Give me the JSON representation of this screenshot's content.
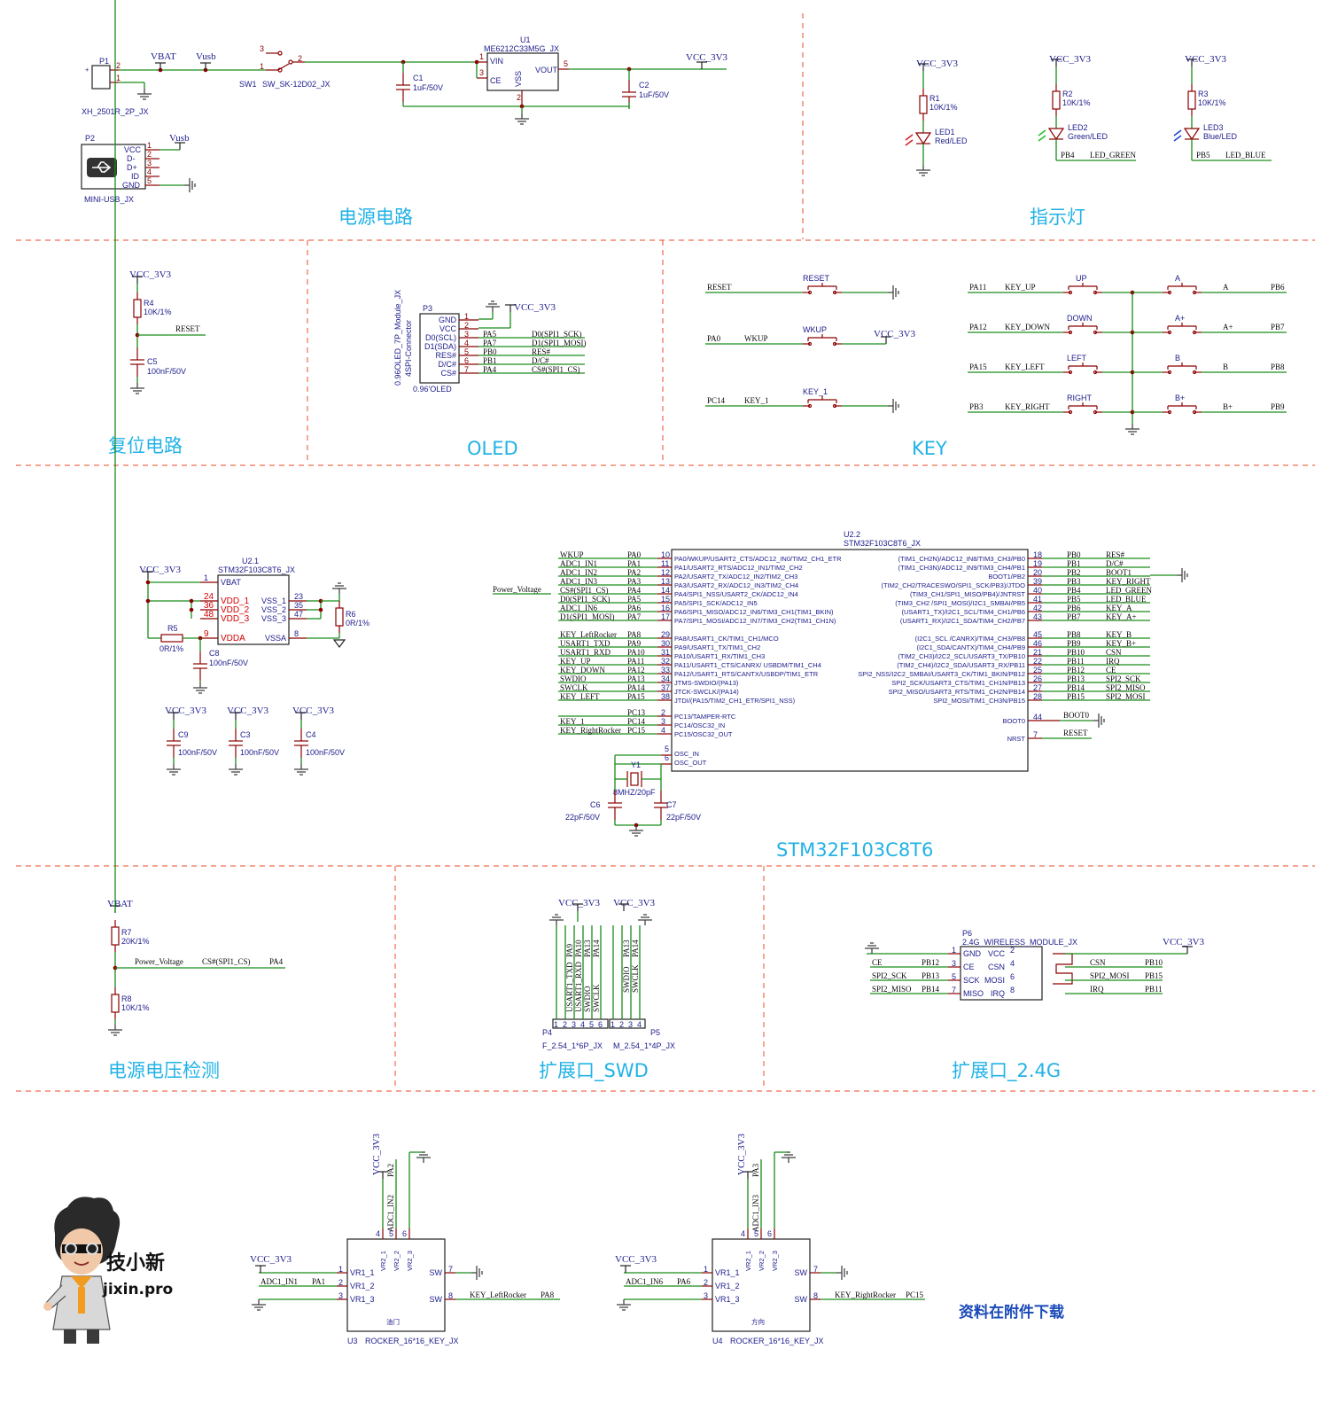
{
  "sections": {
    "power": "电源电路",
    "indicator": "指示灯",
    "reset": "复位电路",
    "oled": "OLED",
    "key": "KEY",
    "mcu": "STM32F103C8T6",
    "voltage_detect": "电源电压检测",
    "ext_swd": "扩展口_SWD",
    "ext_24g": "扩展口_2.4G"
  },
  "download_note": "资料在附件下载",
  "logo": {
    "name": "技小新",
    "site": "jixin.pro"
  },
  "nets": {
    "vbat": "VBAT",
    "vusb": "Vusb",
    "vcc": "VCC_3V3",
    "reset": "RESET",
    "power_voltage": "Power_Voltage",
    "cs_spi1": "CS#(SPI1_CS)",
    "pa4": "PA4"
  },
  "power": {
    "p1": {
      "ref": "P1",
      "part": "XH_2501R_2P_JX"
    },
    "sw1": {
      "ref": "SW1",
      "part": "SW_SK-12D02_JX"
    },
    "u1": {
      "ref": "U1",
      "part": "ME6212C33M5G_JX",
      "vin": "VIN",
      "ce": "CE",
      "vss": "VSS",
      "vout": "VOUT"
    },
    "c1": {
      "ref": "C1",
      "val": "1uF/50V"
    },
    "c2": {
      "ref": "C2",
      "val": "1uF/50V"
    },
    "p2": {
      "ref": "P2",
      "part": "MINI-USB_JX",
      "pins": [
        "VCC",
        "D-",
        "D+",
        "ID",
        "GND"
      ]
    }
  },
  "leds": [
    {
      "r": "R1",
      "rval": "10K/1%",
      "led": "LED1",
      "color": "Red/LED",
      "net": "",
      "net2": ""
    },
    {
      "r": "R2",
      "rval": "10K/1%",
      "led": "LED2",
      "color": "Green/LED",
      "net": "PB4",
      "net2": "LED_GREEN"
    },
    {
      "r": "R3",
      "rval": "10K/1%",
      "led": "LED3",
      "color": "Blue/LED",
      "net": "PB5",
      "net2": "LED_BLUE"
    }
  ],
  "reset_circuit": {
    "r4": "R4",
    "r4v": "10K/1%",
    "c5": "C5",
    "c5v": "100nF/50V"
  },
  "oled": {
    "ref": "P3",
    "module": "0.96OLED_7P_Module_JX",
    "conn": "4SPI-Connector",
    "part": "0.96'OLED",
    "pins": [
      {
        "name": "GND",
        "port": "",
        "sig": ""
      },
      {
        "name": "VCC",
        "port": "",
        "sig": ""
      },
      {
        "name": "D0(SCL)",
        "port": "PA5",
        "sig": "D0(SPI1_SCK)"
      },
      {
        "name": "D1(SDA)",
        "port": "PA7",
        "sig": "D1(SPI1_MOSI)"
      },
      {
        "name": "RES#",
        "port": "PB0",
        "sig": "RES#"
      },
      {
        "name": "D/C#",
        "port": "PB1",
        "sig": "D/C#"
      },
      {
        "name": "CS#",
        "port": "PA4",
        "sig": "CS#(SPI1_CS)"
      }
    ]
  },
  "keys": {
    "left": [
      {
        "net": "RESET",
        "label": "",
        "name": "RESET"
      },
      {
        "net": "PA0",
        "label": "WKUP",
        "name": "WKUP"
      },
      {
        "net": "PC14",
        "label": "KEY_1",
        "name": "KEY_1"
      }
    ],
    "mid": [
      {
        "port": "PA11",
        "label": "KEY_UP",
        "name": "UP"
      },
      {
        "port": "PA12",
        "label": "KEY_DOWN",
        "name": "DOWN"
      },
      {
        "port": "PA15",
        "label": "KEY_LEFT",
        "name": "LEFT"
      },
      {
        "port": "PB3",
        "label": "KEY_RIGHT",
        "name": "RIGHT"
      }
    ],
    "right": [
      {
        "name": "A",
        "label": "A",
        "port": "PB6"
      },
      {
        "name": "A+",
        "label": "A+",
        "port": "PB7"
      },
      {
        "name": "B",
        "label": "B",
        "port": "PB8"
      },
      {
        "name": "B+",
        "label": "B+",
        "port": "PB9"
      }
    ]
  },
  "u21": {
    "ref": "U2.1",
    "part": "STM32F103C8T6_JX",
    "left": [
      {
        "n": "1",
        "name": "VBAT"
      },
      {
        "n": "24",
        "name": "VDD_1"
      },
      {
        "n": "36",
        "name": "VDD_2"
      },
      {
        "n": "48",
        "name": "VDD_3"
      },
      {
        "n": "9",
        "name": "VDDA"
      }
    ],
    "right": [
      {
        "n": "23",
        "name": "VSS_1"
      },
      {
        "n": "35",
        "name": "VSS_2"
      },
      {
        "n": "47",
        "name": "VSS_3"
      },
      {
        "n": "8",
        "name": "VSSA"
      }
    ],
    "r5": "R5",
    "r5v": "0R/1%",
    "r6": "R6",
    "r6v": "0R/1%",
    "c8": "C8",
    "c8v": "100nF/50V"
  },
  "decoup": [
    {
      "ref": "C9",
      "val": "100nF/50V"
    },
    {
      "ref": "C3",
      "val": "100nF/50V"
    },
    {
      "ref": "C4",
      "val": "100nF/50V"
    }
  ],
  "u22": {
    "ref": "U2.2",
    "part": "STM32F103C8T6_JX",
    "left_group1": [
      {
        "sig": "WKUP",
        "port": "PA0",
        "n": "10",
        "fn": "PA0/WKUP/USART2_CTS/ADC12_IN0/TIM2_CH1_ETR"
      },
      {
        "sig": "ADC1_IN1",
        "port": "PA1",
        "n": "11",
        "fn": "PA1/USART2_RTS/ADC12_IN1/TIM2_CH2"
      },
      {
        "sig": "ADC1_IN2",
        "port": "PA2",
        "n": "12",
        "fn": "PA2/USART2_TX/ADC12_IN2/TIM2_CH3"
      },
      {
        "sig": "ADC1_IN3",
        "port": "PA3",
        "n": "13",
        "fn": "PA3/USART2_RX/ADC12_IN3/TIM2_CH4"
      },
      {
        "sig": "CS#(SPI1_CS)",
        "port": "PA4",
        "n": "14",
        "fn": "PA4/SPI1_NSS/USART2_CK/ADC12_IN4"
      },
      {
        "sig": "D0(SPI1_SCK)",
        "port": "PA5",
        "n": "15",
        "fn": "PA5/SPI1_SCK/ADC12_IN5"
      },
      {
        "sig": "ADC1_IN6",
        "port": "PA6",
        "n": "16",
        "fn": "PA6/SPI1_MISO/ADC12_IN6/TIM3_CH1(TIM1_BKIN)"
      },
      {
        "sig": "D1(SPI1_MOSI)",
        "port": "PA7",
        "n": "17",
        "fn": "PA7/SPI1_MOSI/ADC12_IN7/TIM3_CH2(TIM1_CH1N)"
      }
    ],
    "left_group2": [
      {
        "sig": "KEY_LeftRocker",
        "port": "PA8",
        "n": "29",
        "fn": "PA8/USART1_CK/TIM1_CH1/MCO"
      },
      {
        "sig": "USART1_TXD",
        "port": "PA9",
        "n": "30",
        "fn": "PA9/USART1_TX/TIM1_CH2"
      },
      {
        "sig": "USART1_RXD",
        "port": "PA10",
        "n": "31",
        "fn": "PA10/USART1_RX/TIM1_CH3"
      },
      {
        "sig": "KEY_UP",
        "port": "PA11",
        "n": "32",
        "fn": "PA11/USART1_CTS/CANRX/ USBDM/TIM1_CH4"
      },
      {
        "sig": "KEY_DOWN",
        "port": "PA12",
        "n": "33",
        "fn": "PA12/USART1_RTS/CANTX/USBDP/TIM1_ETR"
      },
      {
        "sig": "SWDIO",
        "port": "PA13",
        "n": "34",
        "fn": "JTMS-SWDIO/(PA13)"
      },
      {
        "sig": "SWCLK",
        "port": "PA14",
        "n": "37",
        "fn": "JTCK-SWCLK/(PA14)"
      },
      {
        "sig": "KEY_LEFT",
        "port": "PA15",
        "n": "38",
        "fn": "JTDI/(PA15/TIM2_CH1_ETR/SPI1_NSS)"
      }
    ],
    "left_group3": [
      {
        "sig": "",
        "port": "PC13",
        "n": "2",
        "fn": "PC13/TAMPER-RTC"
      },
      {
        "sig": "KEY_1",
        "port": "PC14",
        "n": "3",
        "fn": "PC14/OSC32_IN"
      },
      {
        "sig": "KEY_RightRocker",
        "port": "PC15",
        "n": "4",
        "fn": "PC15/OSC32_OUT"
      }
    ],
    "osc": [
      {
        "n": "5",
        "fn": "OSC_IN"
      },
      {
        "n": "6",
        "fn": "OSC_OUT"
      }
    ],
    "right_group1": [
      {
        "sig": "RES#",
        "port": "PB0",
        "n": "18",
        "fn": "(TIM1_CH2N)/ADC12_IN8/TIM3_CH3/PB0"
      },
      {
        "sig": "D/C#",
        "port": "PB1",
        "n": "19",
        "fn": "(TIM1_CH3N)/ADC12_IN9/TIM3_CH4/PB1"
      },
      {
        "sig": "BOOT1",
        "port": "PB2",
        "n": "20",
        "fn": "BOOT1/PB2"
      },
      {
        "sig": "KEY_RIGHT",
        "port": "PB3",
        "n": "39",
        "fn": "(TIM2_CH2/TRACESWO/SPI1_SCK/PB3)/JTDO"
      },
      {
        "sig": "LED_GREEN",
        "port": "PB4",
        "n": "40",
        "fn": "(TIM3_CH1/SPI1_MISO/PB4)/JNTRST"
      },
      {
        "sig": "LED_BLUE",
        "port": "PB5",
        "n": "41",
        "fn": "(TIM3_CH2 /SPI1_MOSI)/I2C1_SMBAI/PB5"
      },
      {
        "sig": "KEY_A",
        "port": "PB6",
        "n": "42",
        "fn": "(USART1_TX)/I2C1_SCL/TIM4_CH1/PB6"
      },
      {
        "sig": "KEY_A+",
        "port": "PB7",
        "n": "43",
        "fn": "(USART1_RX)/I2C1_SDA/TIM4_CH2/PB7"
      }
    ],
    "right_group2": [
      {
        "sig": "KEY_B",
        "port": "PB8",
        "n": "45",
        "fn": "(I2C1_SCL /CANRX)/TIM4_CH3/PB8"
      },
      {
        "sig": "KEY_B+",
        "port": "PB9",
        "n": "46",
        "fn": "(I2C1_SDA/CANTX)/TIM4_CH4/PB9"
      },
      {
        "sig": "CSN",
        "port": "PB10",
        "n": "21",
        "fn": "(TIM2_CH3)/I2C2_SCL/USART3_TX/PB10"
      },
      {
        "sig": "IRQ",
        "port": "PB11",
        "n": "22",
        "fn": "(TIM2_CH4)/I2C2_SDA/USART3_RX/PB11"
      },
      {
        "sig": "CE",
        "port": "PB12",
        "n": "25",
        "fn": "SPI2_NSS/I2C2_SMBAI/USART3_CK/TIM1_BKIN/PB12"
      },
      {
        "sig": "SPI2_SCK",
        "port": "PB13",
        "n": "26",
        "fn": "SPI2_SCK/USART3_CTS/TIM1_CH1N/PB13"
      },
      {
        "sig": "SPI2_MISO",
        "port": "PB14",
        "n": "27",
        "fn": "SPI2_MISO/USART3_RTS/TIM1_CH2N/PB14"
      },
      {
        "sig": "SPI2_MOSI",
        "port": "PB15",
        "n": "28",
        "fn": "SPI2_MOSI/TIM1_CH3N/PB15"
      }
    ],
    "boot": {
      "n": "44",
      "fn": "BOOT0",
      "sig": "BOOT0"
    },
    "nrst": {
      "n": "7",
      "fn": "NRST",
      "sig": "RESET"
    },
    "y1": "Y1",
    "y1v": "8MHZ/20pF",
    "c6": "C6",
    "c6v": "22pF/50V",
    "c7": "C7",
    "c7v": "22pF/50V"
  },
  "vdet": {
    "r7": "R7",
    "r7v": "20K/1%",
    "r8": "R8",
    "r8v": "10K/1%"
  },
  "swd": {
    "p4": "P4",
    "p4part": "F_2.54_1*6P_JX",
    "p5": "P5",
    "p5part": "M_2.54_1*4P_JX",
    "p4sigs": [
      "USART1_TXD",
      "USART1_RXD",
      "SWDIO",
      "SWCLK"
    ],
    "p4ports": [
      "PA9",
      "PA10",
      "PA13",
      "PA14"
    ],
    "p5sigs": [
      "SWDIO",
      "SWCLK"
    ],
    "p5ports": [
      "PA13",
      "PA14"
    ]
  },
  "wireless": {
    "ref": "P6",
    "part": "2.4G_WIRELESS_MODULE_JX",
    "left": [
      {
        "n": "1",
        "name": "GND",
        "sig": "",
        "port": ""
      },
      {
        "n": "3",
        "name": "CE",
        "sig": "CE",
        "port": "PB12"
      },
      {
        "n": "5",
        "name": "SCK",
        "sig": "SPI2_SCK",
        "port": "PB13"
      },
      {
        "n": "7",
        "name": "MISO",
        "sig": "SPI2_MISO",
        "port": "PB14"
      }
    ],
    "right": [
      {
        "n": "2",
        "name": "VCC",
        "sig": "",
        "port": ""
      },
      {
        "n": "4",
        "name": "CSN",
        "sig": "CSN",
        "port": "PB10"
      },
      {
        "n": "6",
        "name": "MOSI",
        "sig": "SPI2_MOSI",
        "port": "PB15"
      },
      {
        "n": "8",
        "name": "IRQ",
        "sig": "IRQ",
        "port": "PB11"
      }
    ]
  },
  "rockers": [
    {
      "ref": "U3",
      "part": "ROCKER_16*16_KEY_JX",
      "name": "油门",
      "vr1port": "PA1",
      "vr1sig": "ADC1_IN1",
      "vr2sig": "ADC1_IN2",
      "vr2port": "PA2",
      "swsig": "KEY_LeftRocker",
      "swport": "PA8"
    },
    {
      "ref": "U4",
      "part": "ROCKER_16*16_KEY_JX",
      "name": "方向",
      "vr1port": "PA6",
      "vr1sig": "ADC1_IN6",
      "vr2sig": "ADC1_IN3",
      "vr2port": "PA3",
      "swsig": "KEY_RightRocker",
      "swport": "PC15"
    }
  ],
  "rocker_pins": {
    "top": [
      {
        "n": "4",
        "name": "VR2_1"
      },
      {
        "n": "5",
        "name": "VR2_2"
      },
      {
        "n": "6",
        "name": "VR2_3"
      }
    ],
    "left": [
      {
        "n": "1",
        "name": "VR1_1"
      },
      {
        "n": "2",
        "name": "VR1_2"
      },
      {
        "n": "3",
        "name": "VR1_3"
      }
    ],
    "right": [
      {
        "n": "7",
        "name": "SW"
      },
      {
        "n": "8",
        "name": "SW"
      }
    ]
  }
}
